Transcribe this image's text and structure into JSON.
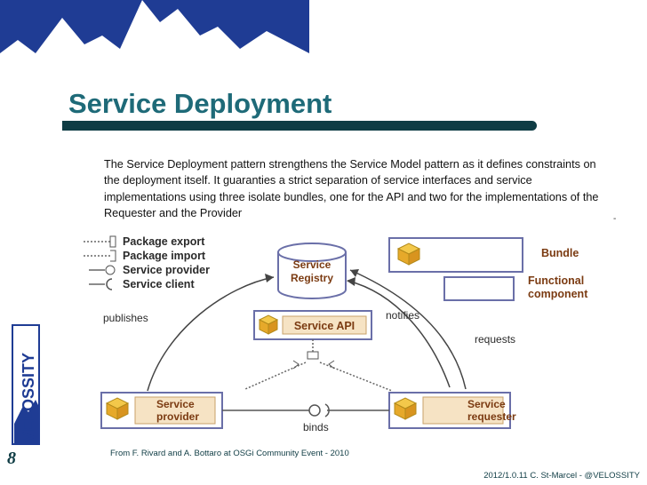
{
  "slide": {
    "title": "Service Deployment",
    "body": "The Service Deployment pattern strengthens the Service Model pattern as it defines constraints on the deployment itself. It guaranties a strict separation of service interfaces and service implementations using three isolate bundles, one for the API and two for the implementations of the Requester and the Provider",
    "dash": "-",
    "page_number": "8",
    "credit": "From F. Rivard and A. Bottaro at OSGi Community Event - 2010",
    "footer": "2012/1.0.11 C. St-Marcel - @VELOSSITY",
    "logo_text": "VELOSSITY"
  },
  "diagram": {
    "legend": [
      "Package export",
      "Package import",
      "Service provider",
      "Service client"
    ],
    "bundle_legend": "Bundle",
    "functional_legend": [
      "Functional",
      "component"
    ],
    "registry": [
      "Service",
      "Registry"
    ],
    "service_api": "Service API",
    "provider": [
      "Service",
      "provider"
    ],
    "requester": [
      "Service",
      "requester"
    ],
    "edges": {
      "publishes": "publishes",
      "notifies": "notifies",
      "requests": "requests",
      "binds": "binds"
    }
  },
  "colors": {
    "title": "#1e6a78",
    "dark_bar": "#0f3c44",
    "bundle_box": "#6a6fa8",
    "inner_box": "#f6e3c4",
    "component_label": "#7b3b12",
    "accent_blue": "#1f3c94"
  }
}
